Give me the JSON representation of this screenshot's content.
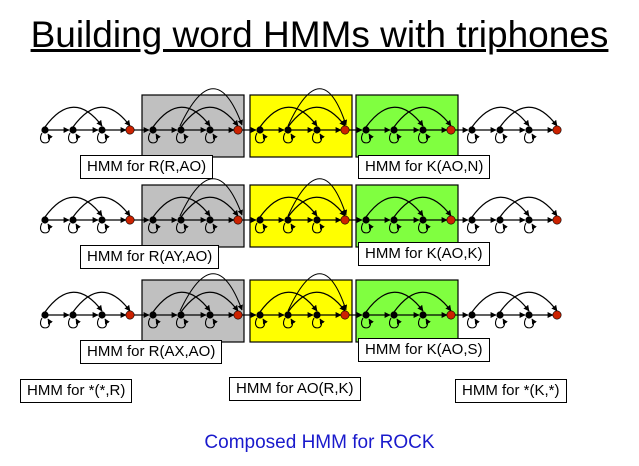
{
  "title": "Building word HMMs with triphones",
  "rows": [
    {
      "left_label": "HMM for R(R,AO)",
      "right_label": "HMM for K(AO,N)"
    },
    {
      "left_label": "HMM for R(AY,AO)",
      "right_label": "HMM for K(AO,K)"
    },
    {
      "left_label": "HMM for R(AX,AO)",
      "right_label": "HMM for K(AO,S)"
    }
  ],
  "bottom_labels": {
    "left": "HMM for *(*,R)",
    "center": "HMM for AO(R,K)",
    "right": "HMM for *(K,*)"
  },
  "caption": "Composed HMM for ROCK",
  "colors": {
    "r_box": "#c0c0c0",
    "ao_box": "#ffff00",
    "k_box": "#80ff40",
    "final_state": "#cc2200",
    "state": "#000000",
    "caption": "#1a1acc"
  }
}
